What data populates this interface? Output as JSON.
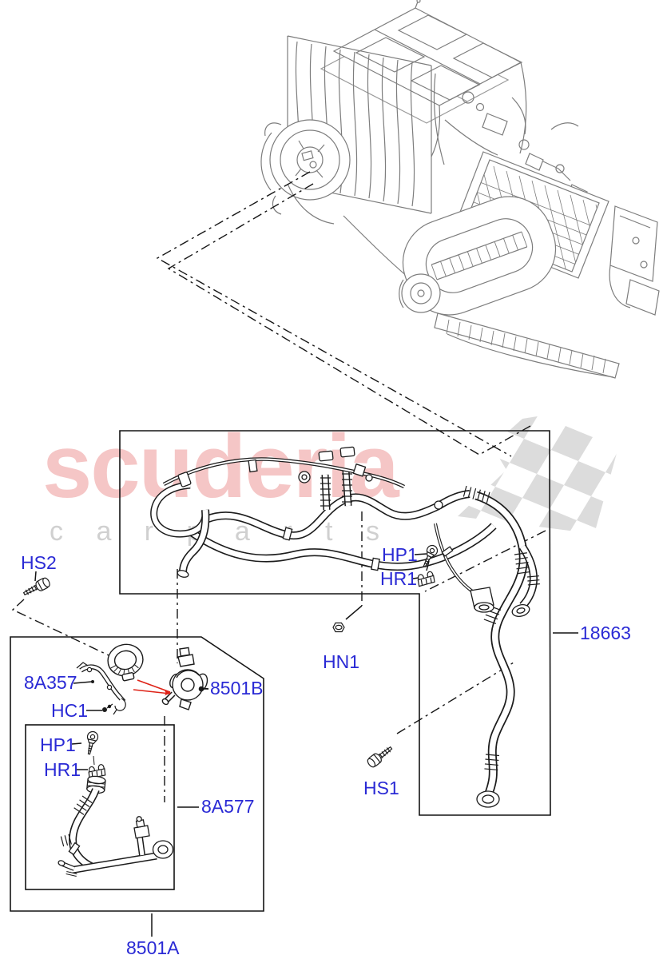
{
  "watermark": {
    "brand": "scuderia",
    "subtitle": "c a r  p a r t s"
  },
  "parts": {
    "hs2": "HS2",
    "a8357": "8A357",
    "hc1": "HC1",
    "hp1_left": "HP1",
    "hr1_left": "HR1",
    "b8501": "8501B",
    "a8577": "8A577",
    "a8501": "8501A",
    "hn1": "HN1",
    "hp1_right": "HP1",
    "hr1_right": "HR1",
    "hs1": "HS1",
    "hose18663": "18663"
  },
  "colors": {
    "label_blue": "#2a2ad5",
    "watermark_pink": "#f5c6c6",
    "watermark_gray": "#d0d0d0",
    "flag_gray": "#dcdcdc",
    "highlight_red": "#de2217",
    "line_dark": "#1c1c1c",
    "hvac_gray": "#7d7d7d"
  }
}
